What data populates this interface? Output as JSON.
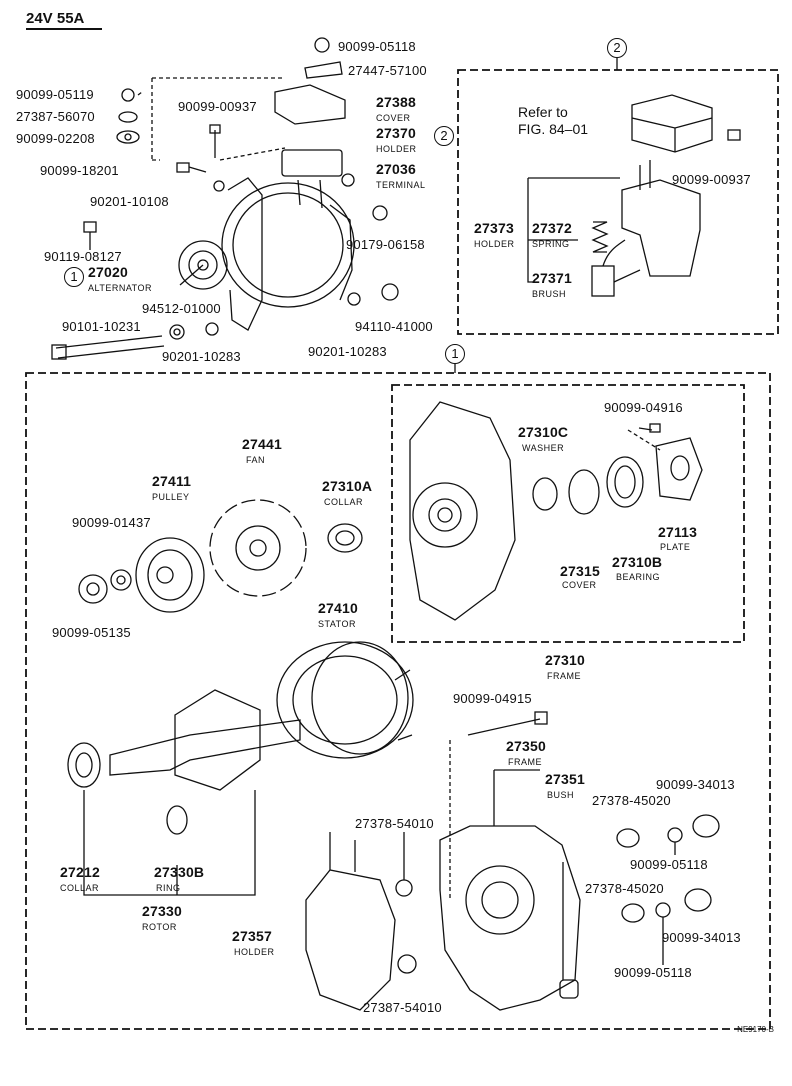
{
  "header": {
    "title": "24V 55A"
  },
  "figure_code": "NE9170-B",
  "refer": {
    "line1": "Refer to",
    "line2": "FIG. 84–01"
  },
  "callouts": {
    "one": "1",
    "two": "2"
  },
  "top_parts": [
    {
      "id": "p1",
      "num": "90099-05118",
      "sub": ""
    },
    {
      "id": "p2",
      "num": "27447-57100",
      "sub": ""
    },
    {
      "id": "p3",
      "num": "90099-05119",
      "sub": ""
    },
    {
      "id": "p4",
      "num": "27387-56070",
      "sub": ""
    },
    {
      "id": "p5",
      "num": "90099-02208",
      "sub": ""
    },
    {
      "id": "p6",
      "num": "90099-00937",
      "sub": ""
    },
    {
      "id": "p7",
      "num": "27388",
      "sub": "COVER"
    },
    {
      "id": "p8",
      "num": "27370",
      "sub": "HOLDER"
    },
    {
      "id": "p9",
      "num": "90099-18201",
      "sub": ""
    },
    {
      "id": "p10",
      "num": "27036",
      "sub": "TERMINAL"
    },
    {
      "id": "p11",
      "num": "90201-10108",
      "sub": ""
    },
    {
      "id": "p12",
      "num": "90179-06158",
      "sub": ""
    },
    {
      "id": "p13",
      "num": "90119-08127",
      "sub": ""
    },
    {
      "id": "p14",
      "num": "27020",
      "sub": "ALTERNATOR"
    },
    {
      "id": "p15",
      "num": "94512-01000",
      "sub": ""
    },
    {
      "id": "p16",
      "num": "94110-41000",
      "sub": ""
    },
    {
      "id": "p17",
      "num": "90101-10231",
      "sub": ""
    },
    {
      "id": "p18",
      "num": "90201-10283",
      "sub": ""
    },
    {
      "id": "p19",
      "num": "90201-10283",
      "sub": ""
    }
  ],
  "box2_parts": [
    {
      "id": "b1",
      "num": "90099-00937",
      "sub": ""
    },
    {
      "id": "b2",
      "num": "27373",
      "sub": "HOLDER"
    },
    {
      "id": "b3",
      "num": "27372",
      "sub": "SPRING"
    },
    {
      "id": "b4",
      "num": "27371",
      "sub": "BRUSH"
    }
  ],
  "box1_parts": [
    {
      "id": "c1",
      "num": "90099-04916",
      "sub": ""
    },
    {
      "id": "c2",
      "num": "27310C",
      "sub": "WASHER"
    },
    {
      "id": "c3",
      "num": "27441",
      "sub": "FAN"
    },
    {
      "id": "c4",
      "num": "27411",
      "sub": "PULLEY"
    },
    {
      "id": "c5",
      "num": "27310A",
      "sub": "COLLAR"
    },
    {
      "id": "c6",
      "num": "90099-01437",
      "sub": ""
    },
    {
      "id": "c7",
      "num": "27113",
      "sub": "PLATE"
    },
    {
      "id": "c8",
      "num": "27315",
      "sub": "COVER"
    },
    {
      "id": "c9",
      "num": "27310B",
      "sub": "BEARING"
    },
    {
      "id": "c10",
      "num": "90099-05135",
      "sub": ""
    },
    {
      "id": "c11",
      "num": "27410",
      "sub": "STATOR"
    },
    {
      "id": "c12",
      "num": "27310",
      "sub": "FRAME"
    },
    {
      "id": "c13",
      "num": "90099-04915",
      "sub": ""
    },
    {
      "id": "c14",
      "num": "27350",
      "sub": "FRAME"
    },
    {
      "id": "c15",
      "num": "27351",
      "sub": "BUSH"
    },
    {
      "id": "c16",
      "num": "90099-34013",
      "sub": ""
    },
    {
      "id": "c17",
      "num": "27378-45020",
      "sub": ""
    },
    {
      "id": "c18",
      "num": "27378-54010",
      "sub": ""
    },
    {
      "id": "c19",
      "num": "90099-05118",
      "sub": ""
    },
    {
      "id": "c20",
      "num": "27212",
      "sub": "COLLAR"
    },
    {
      "id": "c21",
      "num": "27330B",
      "sub": "RING"
    },
    {
      "id": "c22",
      "num": "27378-45020",
      "sub": ""
    },
    {
      "id": "c23",
      "num": "27330",
      "sub": "ROTOR"
    },
    {
      "id": "c24",
      "num": "27357",
      "sub": "HOLDER"
    },
    {
      "id": "c25",
      "num": "90099-34013",
      "sub": ""
    },
    {
      "id": "c26",
      "num": "90099-05118",
      "sub": ""
    },
    {
      "id": "c27",
      "num": "27387-54010",
      "sub": ""
    }
  ]
}
